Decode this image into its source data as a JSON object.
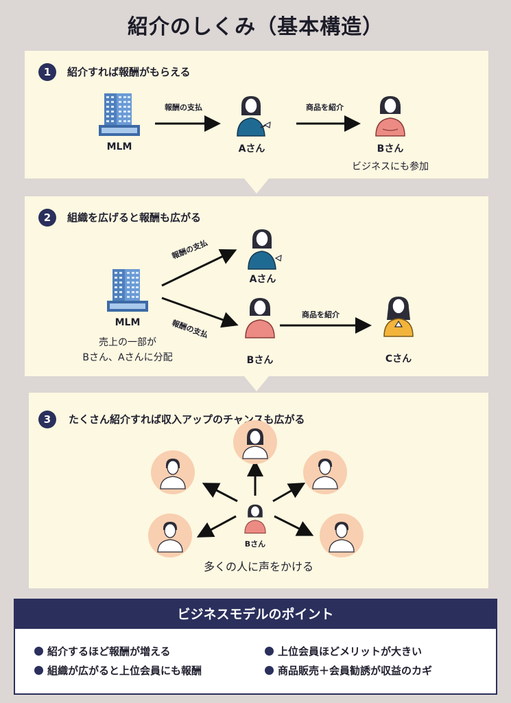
{
  "title": "紹介のしくみ（基本構造）",
  "steps": [
    {
      "num": "1",
      "title": "紹介すれば報酬がもらえる",
      "nodes": {
        "mlm": "MLM",
        "a": "Aさん",
        "b": "Bさん"
      },
      "arrows": [
        "報酬の支払",
        "商品を紹介"
      ],
      "note": "ビジネスにも参加"
    },
    {
      "num": "2",
      "title": "組織を広げると報酬も広がる",
      "nodes": {
        "mlm": "MLM",
        "a": "Aさん",
        "b": "Bさん",
        "c": "Cさん"
      },
      "arrows": [
        "報酬の支払",
        "報酬の支払",
        "商品を紹介"
      ],
      "note": [
        "売上の一部が",
        "Bさん、Aさんに分配"
      ]
    },
    {
      "num": "3",
      "title": "たくさん紹介すれば収入アップのチャンスも広がる",
      "center": "Bさん",
      "note": "多くの人に声をかける"
    }
  ],
  "points": {
    "heading": "ビジネスモデルのポイント",
    "items": [
      "紹介するほど報酬が増える",
      "上位会員ほどメリットが大きい",
      "組織が広がると上位会員にも報酬",
      "商品販売＋会員勧誘が収益のカギ"
    ]
  },
  "colors": {
    "navy": "#2a2f5c",
    "panel": "#fdf8e1",
    "background": "#dcd6d4",
    "peach_circle": "#f8cfb0",
    "building": "#5b8fc9"
  }
}
